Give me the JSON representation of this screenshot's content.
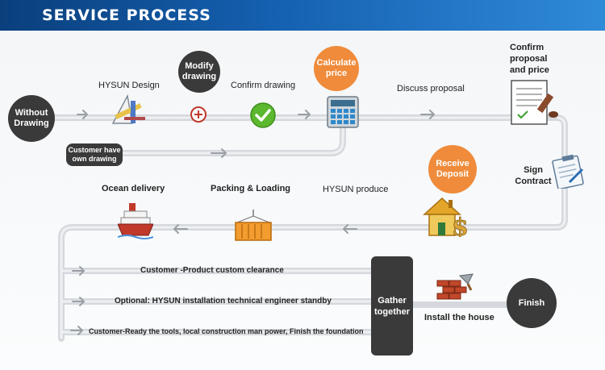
{
  "header": {
    "title": "SERVICE PROCESS"
  },
  "nodes": {
    "without_drawing": "Without Drawing",
    "modify_drawing": "Modify drawing",
    "calculate_price": "Calculate price",
    "receive_deposit": "Receive Deposit",
    "customer_have_drawing": "Customer have own drawing",
    "gather_together": "Gather together",
    "finish": "Finish"
  },
  "labels": {
    "hysun_design": "HYSUN Design",
    "confirm_drawing": "Confirm drawing",
    "discuss_proposal": "Discuss proposal",
    "confirm_proposal": "Confirm proposal and price",
    "sign_contract": "Sign Contract",
    "hysun_produce": "HYSUN produce",
    "packing_loading": "Packing & Loading",
    "ocean_delivery": "Ocean delivery",
    "install_house": "Install the house"
  },
  "parallel_steps": [
    "Customer -Product custom clearance",
    "Optional: HYSUN installation technical engineer standby",
    "Customer-Ready the tools,  local construction man power,  Finish the foundation"
  ],
  "colors": {
    "header_dark": "#0a3f7c",
    "header_light": "#2f8ad8",
    "node_dark": "#3a3a3a",
    "accent_orange": "#ef8b3a",
    "path_gray": "#d9dcdf"
  }
}
